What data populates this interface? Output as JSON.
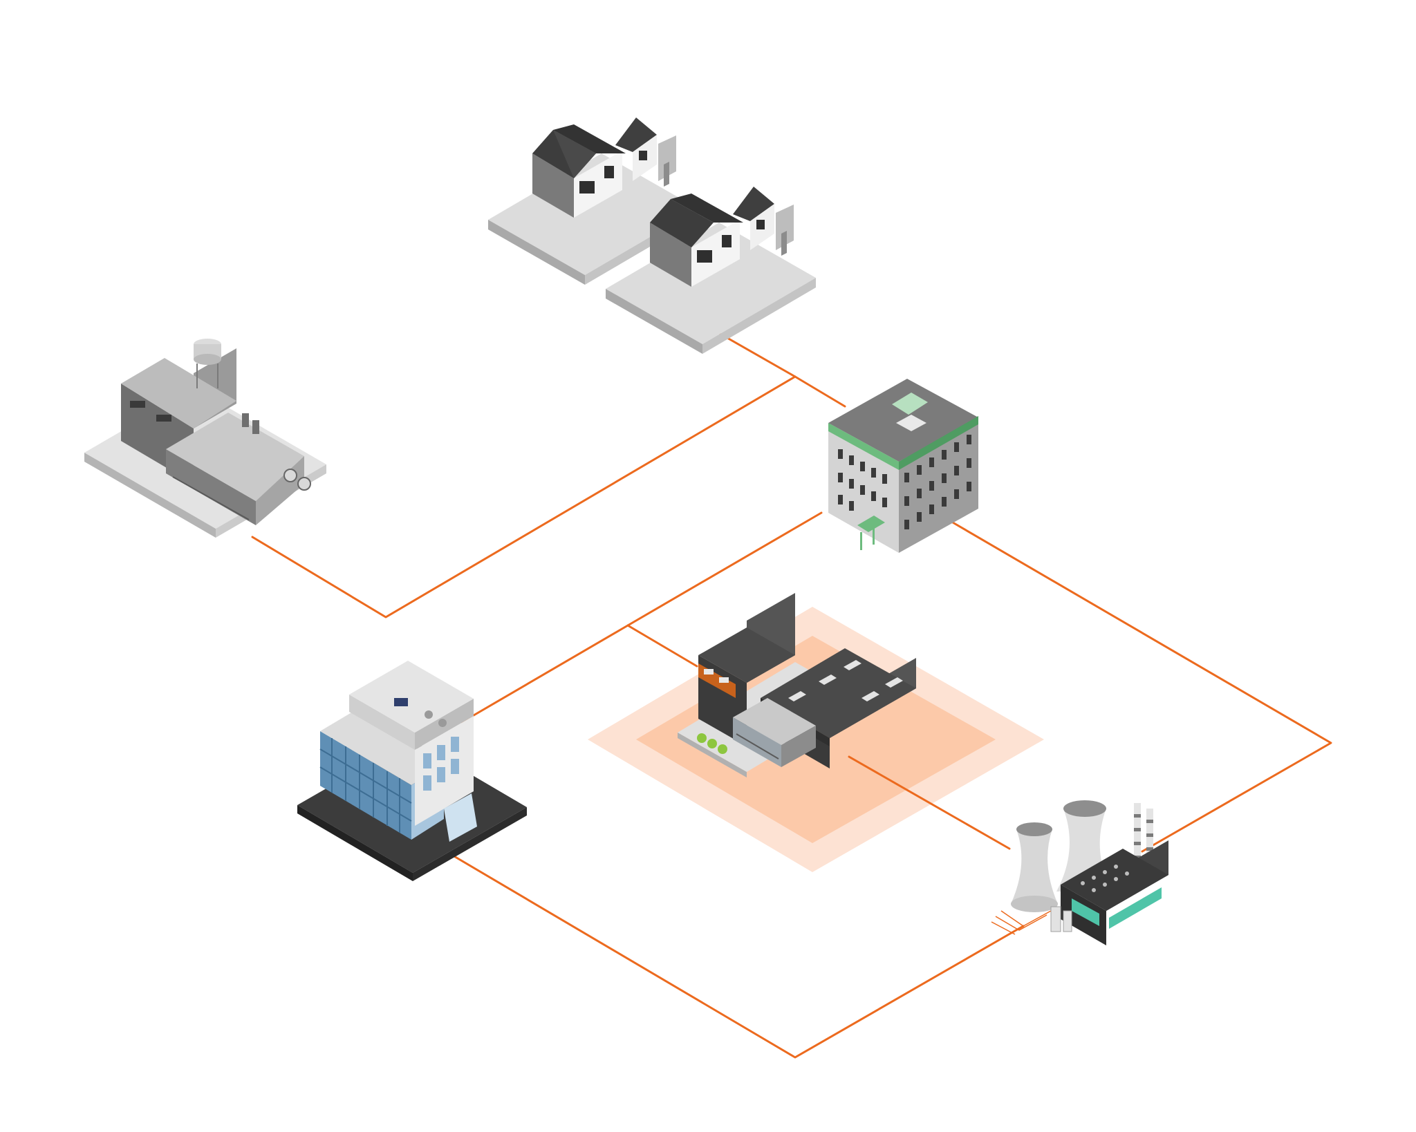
{
  "diagram": {
    "colors": {
      "background": "#ffffff",
      "connector": "#ec6a1e",
      "highlight_outer": "#fde2d3",
      "highlight_inner": "#fcc9a9",
      "accent_green": "#6dbb7e",
      "glass_blue": "#5f8fb5",
      "dark_roof": "#4a4a4a",
      "factory_orange": "#c8621c"
    },
    "nodes": [
      {
        "id": "houses",
        "label": "houses-icon"
      },
      {
        "id": "factory",
        "label": "factory-icon"
      },
      {
        "id": "apartment",
        "label": "apartment-building-icon"
      },
      {
        "id": "warehouse",
        "label": "warehouse-icon",
        "highlighted": true
      },
      {
        "id": "office",
        "label": "office-building-icon"
      },
      {
        "id": "power_plant",
        "label": "power-plant-icon"
      }
    ],
    "edges": [
      {
        "from": "houses",
        "to": "apartment"
      },
      {
        "from": "houses",
        "to": "factory"
      },
      {
        "from": "apartment",
        "to": "office"
      },
      {
        "from": "apartment",
        "to": "warehouse"
      },
      {
        "from": "apartment",
        "to": "power_plant"
      },
      {
        "from": "warehouse",
        "to": "power_plant"
      },
      {
        "from": "office",
        "to": "power_plant"
      }
    ]
  }
}
